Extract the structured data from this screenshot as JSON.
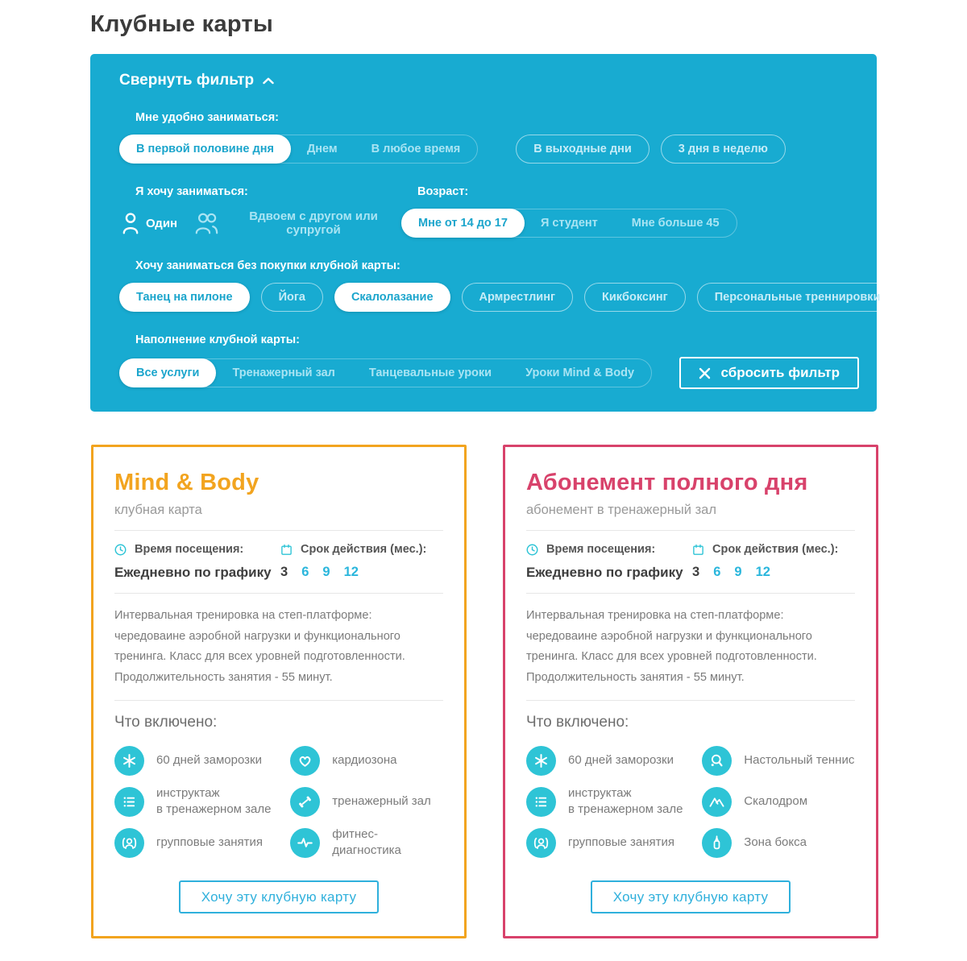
{
  "page": {
    "title": "Клубные карты"
  },
  "colors": {
    "panel": "#18ABD1",
    "accent": "#2EC4D6",
    "selected": "#1BA5CC",
    "link": "#2AB6DC",
    "cta": "#2FB0DC",
    "orange": "#F2A41F",
    "pink": "#D8426B"
  },
  "filter": {
    "collapse_label": "Свернуть фильтр",
    "collapse_icon": "chevron-up-icon",
    "sections": [
      {
        "label": "Мне удобно заниматься:",
        "segmented": [
          {
            "label": "В первой половине дня",
            "selected": true
          },
          {
            "label": "Днем",
            "selected": false
          },
          {
            "label": "В любое время",
            "selected": false
          }
        ],
        "pills": [
          {
            "label": "В выходные дни",
            "selected": false
          },
          {
            "label": "3 дня в неделю",
            "selected": false
          }
        ]
      },
      {
        "label": "Я хочу заниматься:",
        "options": [
          {
            "icon": "person-icon",
            "label": "Один",
            "selected": true
          },
          {
            "icon": "people-icon",
            "label": "Вдвоем с другом или супругой",
            "selected": false
          }
        ]
      },
      {
        "label": "Возраст:",
        "segmented": [
          {
            "label": "Мне от 14 до 17",
            "selected": true
          },
          {
            "label": "Я студент",
            "selected": false
          },
          {
            "label": "Мне больше 45",
            "selected": false
          }
        ]
      },
      {
        "label": "Хочу заниматься без покупки клубной карты:",
        "pills": [
          {
            "label": "Танец на пилоне",
            "selected": true
          },
          {
            "label": "Йога",
            "selected": false
          },
          {
            "label": "Скалолазание",
            "selected": true
          },
          {
            "label": "Армрестлинг",
            "selected": false
          },
          {
            "label": "Кикбоксинг",
            "selected": false
          },
          {
            "label": "Персональные треннировки",
            "selected": false
          }
        ]
      },
      {
        "label": "Наполнение клубной карты:",
        "segmented": [
          {
            "label": "Все услуги",
            "selected": true
          },
          {
            "label": "Тренажерный зал",
            "selected": false
          },
          {
            "label": "Танцевальные уроки",
            "selected": false
          },
          {
            "label": "Уроки Mind & Body",
            "selected": false
          }
        ]
      }
    ],
    "reset": {
      "label": "сбросить фильтр",
      "icon": "close-icon"
    }
  },
  "cards": [
    {
      "title": "Mind & Body",
      "subtitle": "клубная карта",
      "accent": "#F2A41F",
      "visit": {
        "icon": "clock-icon",
        "label": "Время посещения:",
        "value": "Ежедневно по графику"
      },
      "duration": {
        "icon": "calendar-icon",
        "label": "Срок действия (мес.):",
        "options": [
          "3",
          "6",
          "9",
          "12"
        ],
        "selected": "3"
      },
      "description": "Интервальная тренировка на степ-платформе: чередоваине аэробной нагрузки и функционального тренинга. Класс для всех уровней подготовленности. Продолжительность занятия - 55 минут.",
      "included_label": "Что включено:",
      "included": [
        {
          "icon": "snowflake-icon",
          "label": "60 дней заморозки"
        },
        {
          "icon": "list-icon",
          "label": "инструктаж\nв тренажерном зале"
        },
        {
          "icon": "group-icon",
          "label": "групповые занятия"
        },
        {
          "icon": "heart-icon",
          "label": "кардиозона"
        },
        {
          "icon": "dumbbell-icon",
          "label": "тренажерный зал"
        },
        {
          "icon": "pulse-icon",
          "label": "фитнес-диагностика"
        }
      ],
      "cta": "Хочу эту клубную карту"
    },
    {
      "title": "Абонемент полного дня",
      "subtitle": "абонемент в тренажерный зал",
      "accent": "#D8426B",
      "visit": {
        "icon": "clock-icon",
        "label": "Время посещения:",
        "value": "Ежедневно по графику"
      },
      "duration": {
        "icon": "calendar-icon",
        "label": "Срок действия (мес.):",
        "options": [
          "3",
          "6",
          "9",
          "12"
        ],
        "selected": "3"
      },
      "description": "Интервальная тренировка на степ-платформе: чередоваине аэробной нагрузки и функционального тренинга. Класс для всех уровней подготовленности. Продолжительность занятия - 55 минут.",
      "included_label": "Что включено:",
      "included": [
        {
          "icon": "snowflake-icon",
          "label": "60 дней заморозки"
        },
        {
          "icon": "list-icon",
          "label": "инструктаж\nв тренажерном зале"
        },
        {
          "icon": "group-icon",
          "label": "групповые занятия"
        },
        {
          "icon": "pingpong-icon",
          "label": "Настольный теннис"
        },
        {
          "icon": "mountain-icon",
          "label": "Скалодром"
        },
        {
          "icon": "punchbag-icon",
          "label": "Зона бокса"
        }
      ],
      "cta": "Хочу эту клубную карту"
    }
  ]
}
